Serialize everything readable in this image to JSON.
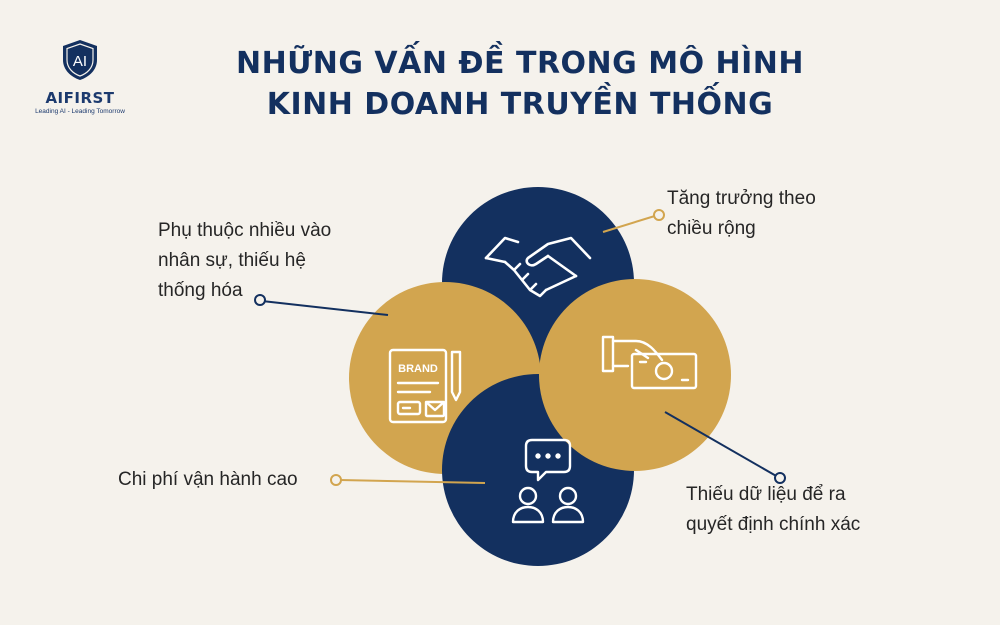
{
  "brand": {
    "name": "AIFIRST",
    "tagline": "Leading AI - Leading Tomorrow",
    "mark_letters": "AI"
  },
  "title": {
    "line1": "NHỮNG VẤN ĐỀ TRONG MÔ HÌNH",
    "line2": "KINH DOANH TRUYỀN THỐNG"
  },
  "items": [
    {
      "text_lines": [
        "Tăng trưởng theo",
        "chiều rộng"
      ],
      "icon": "handshake-icon",
      "color": "#13305f"
    },
    {
      "text_lines": [
        "Phụ thuộc nhiều vào",
        "nhân sự, thiếu hệ",
        "thống hóa"
      ],
      "icon": "brand-document-icon",
      "color": "#d2a54f"
    },
    {
      "text_lines": [
        "Thiếu dữ liệu để ra",
        "quyết định chính xác"
      ],
      "icon": "hand-money-icon",
      "color": "#d2a54f"
    },
    {
      "text_lines": [
        "Chi phí vận hành cao"
      ],
      "icon": "team-chat-icon",
      "color": "#13305f"
    }
  ],
  "brand_icon_text": "BRAND",
  "colors": {
    "navy": "#13305f",
    "gold": "#d2a54f",
    "background": "#f5f2ec",
    "text": "#262626"
  }
}
